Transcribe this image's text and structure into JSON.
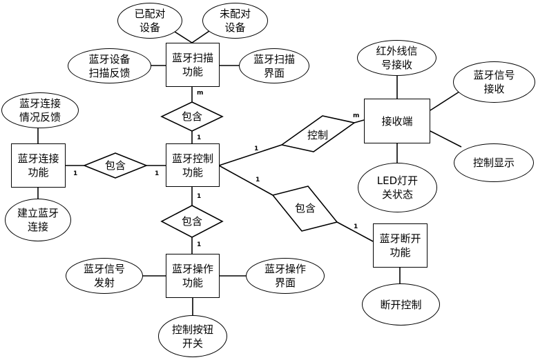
{
  "entities": {
    "scan": "蓝牙扫描\n功能",
    "connect": "蓝牙连接\n功能",
    "control": "蓝牙控制\n功能",
    "operate": "蓝牙操作\n功能",
    "receiver": "接收端",
    "disconnect": "蓝牙断开\n功能"
  },
  "attributes": {
    "paired": "已配对\n设备",
    "unpaired": "未配对\n设备",
    "scan_feedback": "蓝牙设备\n扫描反馈",
    "scan_ui": "蓝牙扫描\n界面",
    "connect_feedback": "蓝牙连接\n情况反馈",
    "establish": "建立蓝牙\n连接",
    "ir_receive": "红外线信\n号接收",
    "bt_receive": "蓝牙信号\n接收",
    "control_display": "控制显示",
    "led_state": "LED灯开\n关状态",
    "signal_send": "蓝牙信号\n发射",
    "operate_ui": "蓝牙操作\n界面",
    "button_switch": "控制按钮\n开关",
    "disconnect_ctrl": "断开控制"
  },
  "relationships": {
    "contain_top": "包含",
    "contain_left": "包含",
    "contain_bottom": "包含",
    "control_rel": "控制",
    "contain_right": "包含"
  },
  "cardinalities": {
    "scan_m": "m",
    "control_top_1": "1",
    "connect_1": "1",
    "control_left_1": "1",
    "control_right_1": "1",
    "receiver_m": "m",
    "control_bottom_1": "1",
    "operate_1": "1",
    "control_lower_1": "1",
    "disconnect_1": "1"
  }
}
